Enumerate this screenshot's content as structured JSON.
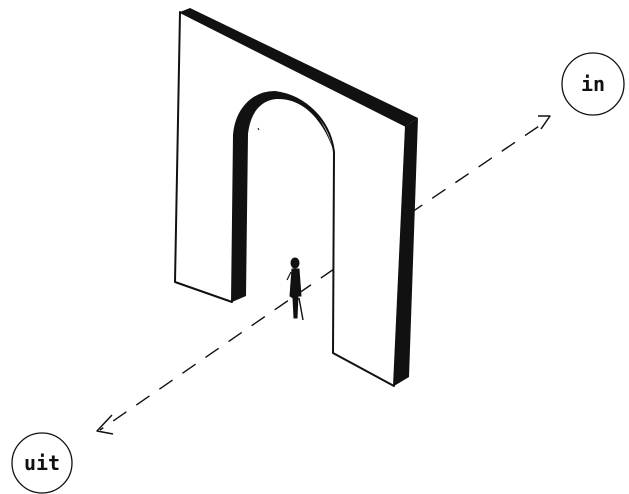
{
  "diagram": {
    "direction_in": {
      "label": "in"
    },
    "direction_out": {
      "label": "uit"
    },
    "colors": {
      "ink": "#111111",
      "wall": "#ffffff",
      "background": "#ffffff"
    },
    "elements": [
      "archway",
      "person",
      "entry-arrow",
      "exit-arrow"
    ]
  }
}
